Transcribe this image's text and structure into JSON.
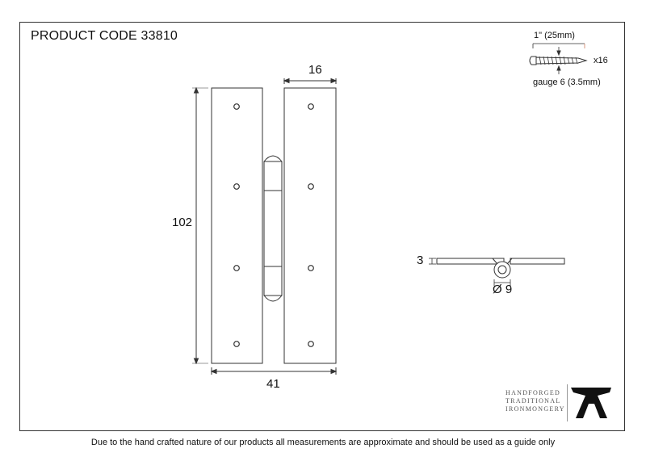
{
  "header": {
    "product_code": "PRODUCT CODE 33810"
  },
  "dimensions": {
    "width_top": "16",
    "height": "102",
    "width_bottom": "41",
    "thickness": "3",
    "diameter": "Ø 9"
  },
  "screw": {
    "length": "1\" (25mm)",
    "quantity": "x16",
    "gauge": "gauge 6 (3.5mm)"
  },
  "brand": {
    "line1": "HANDFORGED",
    "line2": "TRADITIONAL",
    "line3": "IRONMONGERY"
  },
  "footer": {
    "disclaimer": "Due to the hand crafted nature of our products all measurements are approximate and should be used as a guide only"
  }
}
